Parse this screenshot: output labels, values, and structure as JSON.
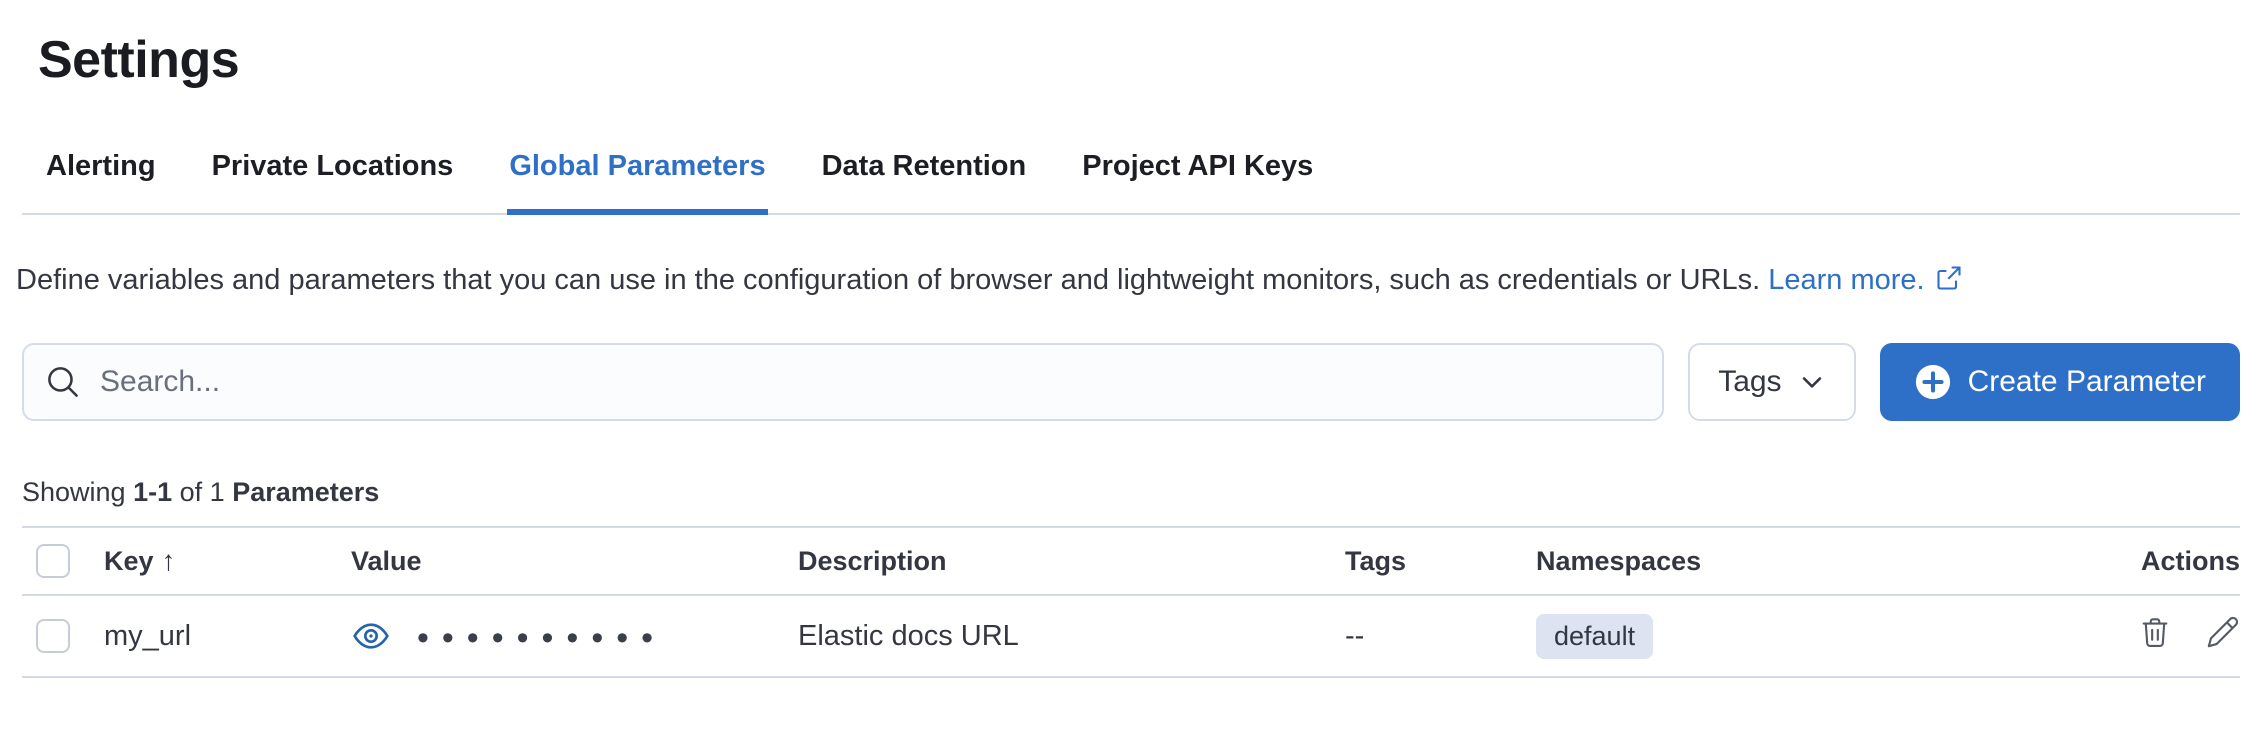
{
  "page": {
    "title": "Settings"
  },
  "tabs": [
    {
      "label": "Alerting",
      "active": false
    },
    {
      "label": "Private Locations",
      "active": false
    },
    {
      "label": "Global Parameters",
      "active": true
    },
    {
      "label": "Data Retention",
      "active": false
    },
    {
      "label": "Project API Keys",
      "active": false
    }
  ],
  "description": {
    "text": "Define variables and parameters that you can use in the configuration of browser and lightweight monitors, such as credentials or URLs.",
    "link_label": "Learn more."
  },
  "toolbar": {
    "search_placeholder": "Search...",
    "tags_label": "Tags",
    "create_label": "Create Parameter"
  },
  "summary": {
    "showing": "Showing",
    "range": "1-1",
    "of": "of 1",
    "label": "Parameters"
  },
  "table": {
    "headers": {
      "key": "Key",
      "value": "Value",
      "description": "Description",
      "tags": "Tags",
      "namespaces": "Namespaces",
      "actions": "Actions"
    },
    "sort_icon": "↑",
    "rows": [
      {
        "key": "my_url",
        "value_masked": "••••••••••",
        "description": "Elastic docs URL",
        "tags": "--",
        "namespace": "default"
      }
    ]
  },
  "colors": {
    "accent": "#2e6fc7",
    "border": "#d3dae6",
    "badge_bg": "#dde3f0",
    "eye_icon": "#2563ad",
    "action_icon": "#555b66"
  }
}
